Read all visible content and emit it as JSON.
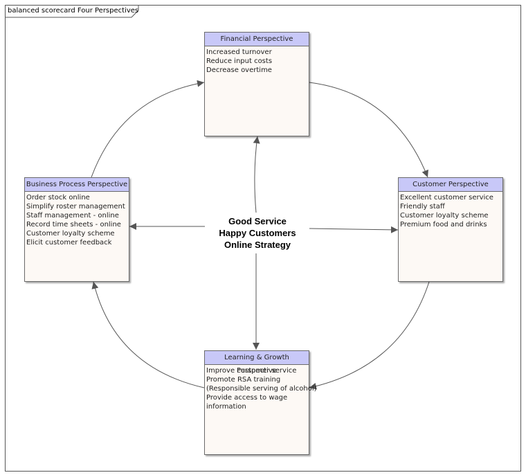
{
  "diagram_title": "balanced scorecard Four Perspectives",
  "center_lines": [
    "Good Service",
    "Happy Customers",
    "Online Strategy"
  ],
  "boxes": {
    "financial": {
      "title": "Financial Perspective",
      "items": [
        "Increased turnover",
        "Reduce input costs",
        "Decrease overtime"
      ]
    },
    "business": {
      "title": "Business Process Perspective",
      "items": [
        "Order stock online",
        "Simplify roster management",
        "Staff management - online",
        "Record time sheets - online",
        "Customer loyalty scheme",
        "Elicit customer feedback"
      ]
    },
    "customer": {
      "title": "Customer Perspective",
      "items": [
        "Excellent customer service",
        "Friendly staff",
        "Customer loyalty scheme",
        "Premium food and drinks"
      ]
    },
    "learning": {
      "title": "Learning & Growth Perspective",
      "items": [
        "Improve customer service",
        "Promote RSA training",
        "(Responsible serving of alcohol)",
        "Provide access to wage",
        "information"
      ]
    }
  },
  "colors": {
    "header_fill": "#c8c8f8",
    "box_fill": "#fdf9f5",
    "connector": "#555555"
  }
}
